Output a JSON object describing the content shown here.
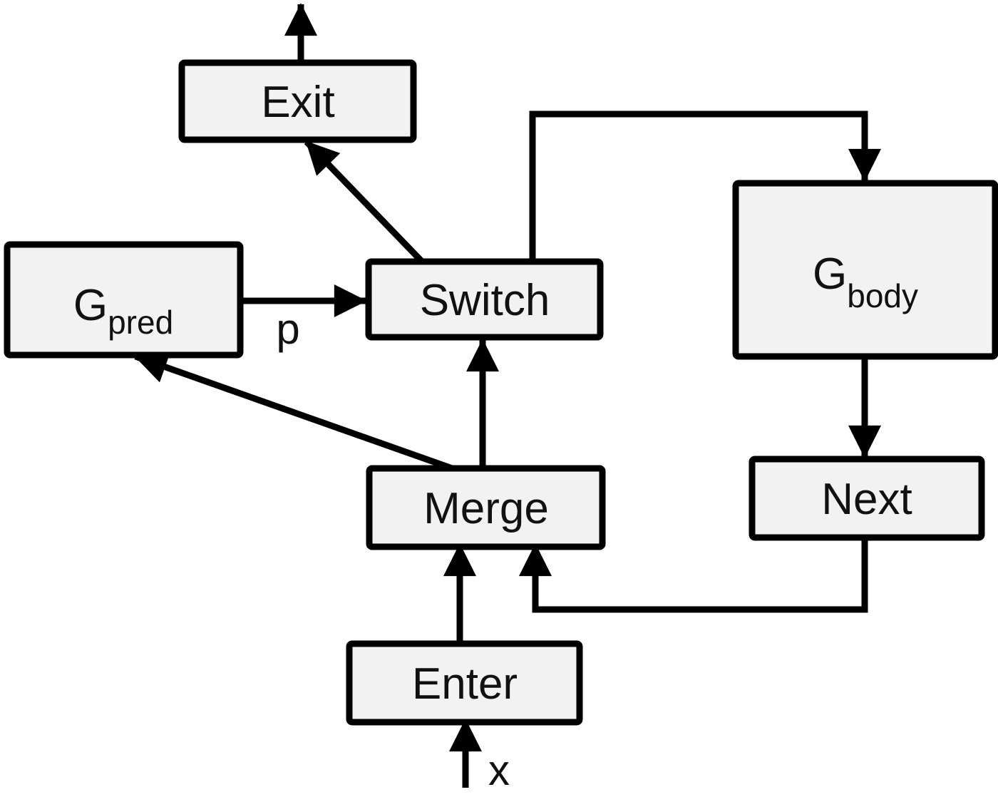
{
  "diagram": {
    "description": "Control-flow graph of a while loop with Enter, Merge, Switch, Exit, NextIteration style nodes",
    "colors": {
      "background": "#ffffff",
      "node_fill": "#f2f2f2",
      "node_border": "#000000",
      "edge": "#000000",
      "text": "#111111"
    },
    "nodes": {
      "exit": {
        "label": "Exit"
      },
      "gpred": {
        "label_base": "G",
        "label_sub": "pred"
      },
      "switch": {
        "label": "Switch"
      },
      "gbody": {
        "label_base": "G",
        "label_sub": "body"
      },
      "next": {
        "label": "Next"
      },
      "merge": {
        "label": "Merge"
      },
      "enter": {
        "label": "Enter"
      }
    },
    "edge_labels": {
      "pred_output": "p",
      "loop_input": "x"
    },
    "edges": [
      {
        "from": "x (input)",
        "to": "Enter",
        "label": "x"
      },
      {
        "from": "Enter",
        "to": "Merge"
      },
      {
        "from": "Next",
        "to": "Merge"
      },
      {
        "from": "Merge",
        "to": "G_pred"
      },
      {
        "from": "Merge",
        "to": "Switch"
      },
      {
        "from": "G_pred",
        "to": "Switch",
        "label": "p"
      },
      {
        "from": "Switch",
        "to": "Exit"
      },
      {
        "from": "Switch",
        "to": "G_body"
      },
      {
        "from": "G_body",
        "to": "Next"
      },
      {
        "from": "Exit",
        "to": "output"
      }
    ]
  }
}
